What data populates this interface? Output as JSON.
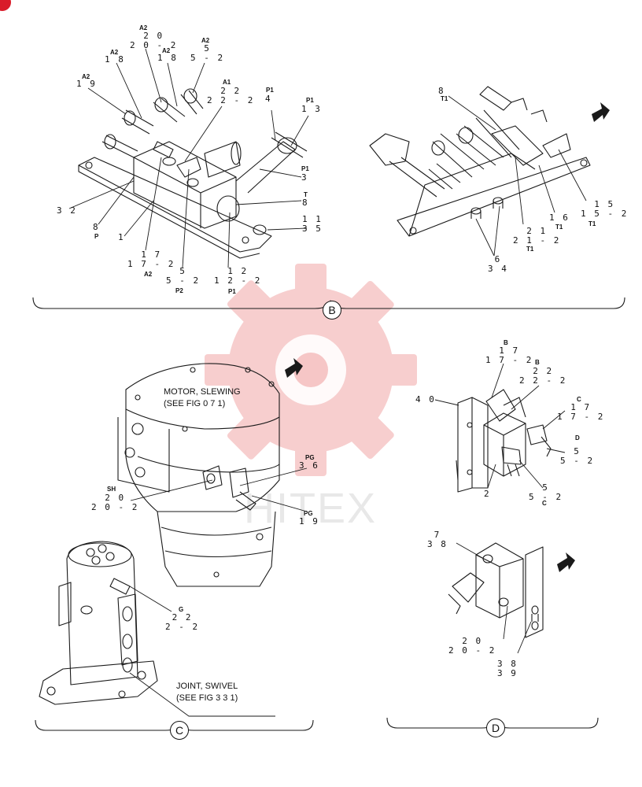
{
  "watermark_text": "HITEX",
  "colors": {
    "gear_watermark": "#f6c6c6",
    "line": "#1a1a1a",
    "corner_badge": "#d91c2a"
  },
  "section_markers": {
    "b": "B",
    "c": "C",
    "d": "D"
  },
  "captions": {
    "motor_line1": "MOTOR, SLEWING",
    "motor_line2": "(SEE FIG 0 7 1)",
    "joint_line1": "JOINT, SWIVEL",
    "joint_line2": "(SEE FIG 3 3 1)"
  },
  "labels": {
    "b_20": {
      "sub": "A2",
      "text": "2 0\n2 0 - 2"
    },
    "b_18": {
      "sub": "A2",
      "text": "1 8"
    },
    "b_18b": {
      "sub": "A2",
      "text": "1 8"
    },
    "b_5": {
      "sub": "A2",
      "text": "5\n5 - 2"
    },
    "b_19": {
      "sub": "A2",
      "text": "1 9"
    },
    "b_22": {
      "sub": "A1",
      "text": "2 2\n2 2 - 2"
    },
    "b_p1_4": {
      "sub": "P1",
      "text": "4"
    },
    "b_p1_13": {
      "sub": "P1",
      "text": "1 3"
    },
    "b_p1_3": {
      "sub": "P1",
      "text": "3"
    },
    "b_t_8": {
      "sub": "T",
      "text": "8"
    },
    "b_32": {
      "text": "3 2"
    },
    "b_8p": {
      "text": "8",
      "sub": "P"
    },
    "b_1": {
      "text": "1"
    },
    "b_17": {
      "text": "1 7\n1 7 - 2",
      "sub": "A2"
    },
    "b_5p2": {
      "text": "5\n5 - 2",
      "sub": "P2"
    },
    "b_12": {
      "text": "1 2\n1 2 - 2",
      "sub": "P1"
    },
    "b_11": {
      "text": "1 1\n3 5"
    },
    "r_8": {
      "text": "8",
      "sub": "T1"
    },
    "r_6": {
      "text": "6\n3 4"
    },
    "r_21": {
      "text": "2 1\n2 1 - 2",
      "sub": "T1"
    },
    "r_16": {
      "text": "1 6",
      "sub": "T1"
    },
    "r_15": {
      "text": "1 5\n1 5 - 2",
      "sub": "T1"
    },
    "d_17b": {
      "sub": "B",
      "text": "1 7\n1 7 - 2"
    },
    "d_22b": {
      "sub": "B",
      "text": "2 2\n2 2 - 2"
    },
    "d_17c": {
      "sub": "C",
      "text": "1 7\n1 7 - 2"
    },
    "d_5d": {
      "sub": "D",
      "text": "5\n5 - 2"
    },
    "d_40": {
      "text": "4 0"
    },
    "d_2": {
      "text": "2"
    },
    "d_5c": {
      "text": "5\n5 - 2",
      "sub": "C"
    },
    "d_7": {
      "text": "7\n3 8"
    },
    "d_20": {
      "text": "2 0\n2 0 - 2"
    },
    "d_38": {
      "text": "3 8\n3 9"
    },
    "c_20": {
      "sub": "SH",
      "text": "2 0\n2 0 - 2"
    },
    "c_36": {
      "sub": "PG",
      "text": "3 6"
    },
    "c_19": {
      "sub": "PG",
      "text": "1 9"
    },
    "c_22": {
      "sub": "G",
      "text": "2 2\n2 - 2"
    }
  }
}
